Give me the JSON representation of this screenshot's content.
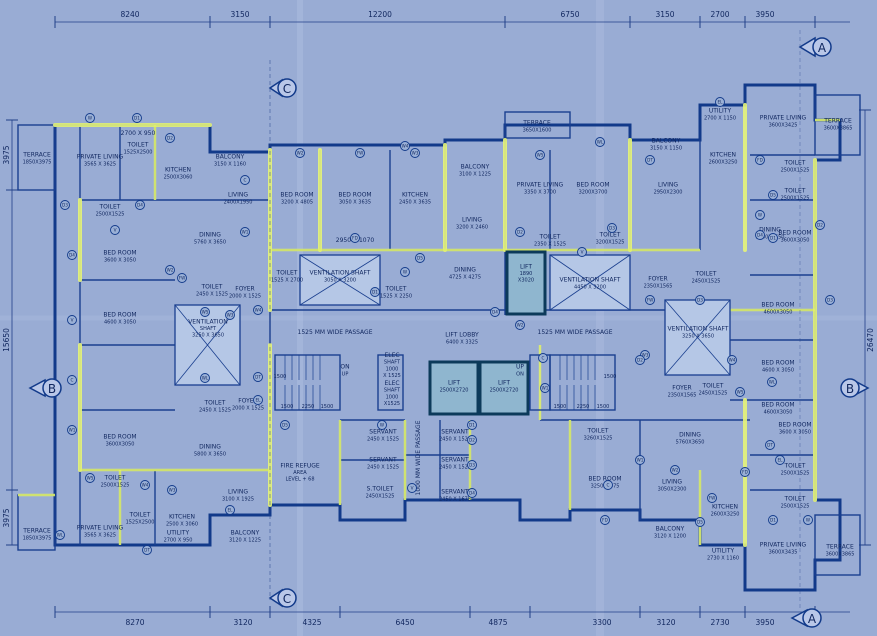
{
  "dims_top": [
    "8240",
    "3150",
    "12200",
    "6750",
    "3150",
    "2700",
    "3950"
  ],
  "dims_bottom": [
    "8270",
    "3120",
    "4325",
    "6450",
    "4875",
    "3300",
    "3120",
    "2730",
    "3950"
  ],
  "dims_left": [
    "3975",
    "15650",
    "3975"
  ],
  "dims_right": [
    "26470"
  ],
  "section_markers": [
    "A",
    "B",
    "C"
  ],
  "room_labels": [
    [
      "TERRACE",
      "1850X3975"
    ],
    [
      "PRIVATE LIVING",
      "3565 X 3625"
    ],
    [
      "TOILET",
      "1525X2500"
    ],
    [
      "2700 X 950"
    ],
    [
      "KITCHEN",
      "2500X3060"
    ],
    [
      "BALCONY",
      "3150 X 1160"
    ],
    [
      "LIVING",
      "2400X1950"
    ],
    [
      "TOILET",
      "2500X1525"
    ],
    [
      "BED ROOM",
      "3200 X 4805"
    ],
    [
      "BED ROOM",
      "3050 X 3635"
    ],
    [
      "KITCHEN",
      "2450 X 3635"
    ],
    [
      "BALCONY",
      "3100 X 1225"
    ],
    [
      "TERRACE",
      "3650X1600"
    ],
    [
      "PRIVATE LIVING",
      "3350 X 3700"
    ],
    [
      "BED ROOM",
      "3200X3700"
    ],
    [
      "BALCONY",
      "3150 X 1150"
    ],
    [
      "LIVING",
      "2950X2300"
    ],
    [
      "KITCHEN",
      "2600X3250"
    ],
    [
      "UTILITY",
      "2700 X 1150"
    ],
    [
      "PRIVATE LIVING",
      "3600X3425"
    ],
    [
      "TERRACE",
      "3600X3865"
    ],
    [
      "TOILET",
      "2500X1525"
    ],
    [
      "TOILET",
      "2500X1525"
    ],
    [
      "BED ROOM",
      "3600X3050"
    ],
    [
      "BED ROOM",
      "3600 X 3050"
    ],
    [
      "DINING",
      "5760 X 3650"
    ],
    [
      "2950 X 1070"
    ],
    [
      "LIVING",
      "3200 X 2460"
    ],
    [
      "TOILET",
      "2350 X 1525"
    ],
    [
      "TOILET",
      "3200X1525"
    ],
    [
      "DINING",
      "5760X3650"
    ],
    [
      "TOILET",
      "1525 X 2700"
    ],
    [
      "VENTILATION SHAFT",
      "3050 X 3200"
    ],
    [
      "TOILET",
      "1525 X 2250"
    ],
    [
      "DINING",
      "4725 X 4275"
    ],
    [
      "LIFT",
      "1890",
      "X3020"
    ],
    [
      "VENTILATION SHAFT",
      "4450 X 3200"
    ],
    [
      "FOYER",
      "2350X1565"
    ],
    [
      "TOILET",
      "2450X1525"
    ],
    [
      "TOILET",
      "2450 X 1525"
    ],
    [
      "FOYER",
      "2000 X 1525"
    ],
    [
      "BED ROOM",
      "4600 X 3050"
    ],
    [
      "VENTILATION",
      "SHAFT",
      "3250 X 3650"
    ],
    [
      "1525 MM WIDE PASSAGE"
    ],
    [
      "LIFT LOBBY",
      "6400 X 3325"
    ],
    [
      "1525 MM WIDE PASSAGE"
    ],
    [
      "VENTILATION SHAFT",
      "3250 X 3650"
    ],
    [
      "BED ROOM",
      "4600X3050"
    ],
    [
      "BED ROOM",
      "4600 X 3050"
    ],
    [
      "BED ROOM",
      "4600X3050"
    ],
    [
      "ELEC",
      "SHAFT",
      "1000",
      "X 1525"
    ],
    [
      "ELEC",
      "SHAFT",
      "1000",
      "X1525"
    ],
    [
      "ON",
      "UP"
    ],
    [
      "UP",
      "ON"
    ],
    [
      "LIFT",
      "2500X2720"
    ],
    [
      "LIFT",
      "2500X2720"
    ],
    [
      "TOILET",
      "2450 X 1525"
    ],
    [
      "FOYER",
      "2000 X 1525"
    ],
    [
      "FOYER",
      "2350X1565"
    ],
    [
      "TOILET",
      "2450X1525"
    ],
    [
      "BED ROOM",
      "3600X3050"
    ],
    [
      "BED ROOM",
      "3600 X 3050"
    ],
    [
      "DINING",
      "5800 X 3650"
    ],
    [
      "SERVANT",
      "2450 X 1525"
    ],
    [
      "SERVANT",
      "2450 X 1525"
    ],
    [
      "SERVANT",
      "2450 X 1525"
    ],
    [
      "SERVANT",
      "2450 X 1525"
    ],
    [
      "TOILET",
      "3260X1525"
    ],
    [
      "DINING",
      "5760X3650"
    ],
    [
      "TOILET",
      "2500X1525"
    ],
    [
      "TOILET",
      "2500X1525"
    ],
    [
      "TOILET",
      "2500X1525"
    ],
    [
      "LIVING",
      "3100 X 1925"
    ],
    [
      "S.TOILET",
      "2450X1525"
    ],
    [
      "SERVANT",
      "2450 X 1675"
    ],
    [
      "BED ROOM",
      "3250X3875"
    ],
    [
      "LIVING",
      "3050X2300"
    ],
    [
      "KITCHEN",
      "2600X3250"
    ],
    [
      "TERRACE",
      "1850X3975"
    ],
    [
      "PRIVATE LIVING",
      "3565 X 3625"
    ],
    [
      "TOILET",
      "1525X2500"
    ],
    [
      "KITCHEN",
      "2500 X 3060"
    ],
    [
      "UTILITY",
      "2700 X 950"
    ],
    [
      "BALCONY",
      "3120 X 1225"
    ],
    [
      "BALCONY",
      "3120 X 1200"
    ],
    [
      "UTILITY",
      "2730 X 1160"
    ],
    [
      "PRIVATE LIVING",
      "3600X3435"
    ],
    [
      "TERRACE",
      "3600X3865"
    ],
    [
      "1000 MM WIDE PASSAGE"
    ],
    [
      "FIRE REFUGE",
      "AREA",
      "LEVEL + 68"
    ]
  ],
  "stair_labels": [
    "1500",
    "2250",
    "1500",
    "1500",
    "1500",
    "2250",
    "1500",
    "1500"
  ],
  "door_tags": [
    "W",
    "D1",
    "D2",
    "D3",
    "D4",
    "V",
    "C",
    "W1",
    "W2",
    "FW",
    "W3",
    "W4",
    "W5",
    "WL",
    "DT",
    "EL",
    "FD",
    "D5"
  ],
  "colors": {
    "background": "#93a6cf",
    "wall": "#123a8a",
    "highlight": "#e4f27a",
    "lift_outline": "#0c3a5a"
  }
}
